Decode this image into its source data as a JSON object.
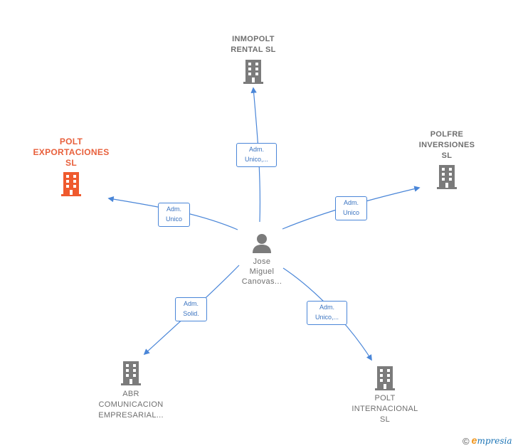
{
  "colors": {
    "edge": "#4a86d8",
    "building": "#7b7b7b",
    "building_highlight": "#ef5a2e",
    "text": "#6f6f6f"
  },
  "center": {
    "name_lines": [
      "Jose",
      "Miguel",
      "Canovas..."
    ],
    "icon": "person-icon"
  },
  "companies": [
    {
      "id": "inmopolt",
      "lines": [
        "INMOPOLT",
        "RENTAL  SL"
      ],
      "icon": "building-icon",
      "highlight": false
    },
    {
      "id": "polfre",
      "lines": [
        "POLFRE",
        "INVERSIONES",
        "SL"
      ],
      "icon": "building-icon",
      "highlight": false
    },
    {
      "id": "polt-exportaciones",
      "lines": [
        "POLT",
        "EXPORTACIONES",
        "SL"
      ],
      "icon": "building-icon",
      "highlight": true
    },
    {
      "id": "abr",
      "lines": [
        "ABR",
        "COMUNICACION",
        "EMPRESARIAL..."
      ],
      "icon": "building-icon",
      "highlight": false
    },
    {
      "id": "polt-internacional",
      "lines": [
        "POLT",
        "INTERNACIONAL",
        "SL"
      ],
      "icon": "building-icon",
      "highlight": false
    }
  ],
  "relations": [
    {
      "target": "inmopolt",
      "lines": [
        "Adm.",
        "Unico,..."
      ]
    },
    {
      "target": "polfre",
      "lines": [
        "Adm.",
        "Unico"
      ]
    },
    {
      "target": "polt-exportaciones",
      "lines": [
        "Adm.",
        "Unico"
      ]
    },
    {
      "target": "abr",
      "lines": [
        "Adm.",
        "Solid."
      ]
    },
    {
      "target": "polt-internacional",
      "lines": [
        "Adm.",
        "Unico,..."
      ]
    }
  ],
  "footer": {
    "copyright": "©",
    "brand_initial": "e",
    "brand_rest": "mpresia"
  }
}
